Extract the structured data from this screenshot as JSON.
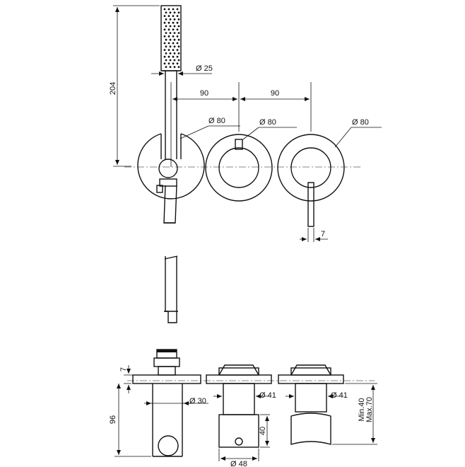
{
  "colors": {
    "line": "#111111",
    "background": "#ffffff"
  },
  "top_view": {
    "height_label": "204",
    "handshower_diameter_label": "Ø 25",
    "spacing_left_label": "90",
    "spacing_right_label": "90",
    "plate_left_label": "Ø 80",
    "plate_middle_label": "Ø 80",
    "plate_right_label": "Ø 80",
    "lever_width_label": "7"
  },
  "bottom_view": {
    "offset_label": "7",
    "depth_label": "96",
    "spout_diameter_label": "Ø 30",
    "body_middle_diameter_label": "Ø 41",
    "body_middle_height_label": "40",
    "base_diameter_label": "Ø 48",
    "body_right_diameter_label": "Ø 41",
    "range_min_label": "Min.40",
    "range_max_label": "Max.70"
  }
}
